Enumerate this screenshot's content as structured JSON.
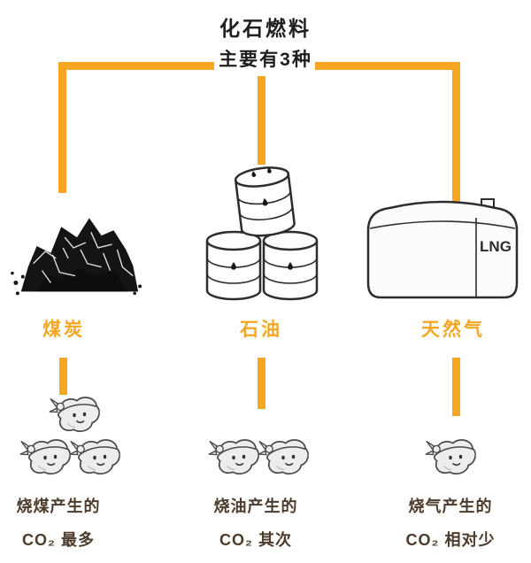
{
  "colors": {
    "accent": "#F5A623",
    "ink": "#1e1e1e",
    "caption": "#4d3c2c",
    "outline": "#2d2d2d"
  },
  "title": {
    "line1": "化石燃料",
    "line2": "主要有3种"
  },
  "gas_tank_label": "LNG",
  "fuels": [
    {
      "id": "coal",
      "label": "煤炭",
      "icon": "coal-pile-icon",
      "caption_line1": "烧煤产生的",
      "caption_line2": "CO₂ 最多",
      "smoke_count": 3
    },
    {
      "id": "oil",
      "label": "石油",
      "icon": "oil-barrels-icon",
      "caption_line1": "烧油产生的",
      "caption_line2": "CO₂ 其次",
      "smoke_count": 2
    },
    {
      "id": "gas",
      "label": "天然气",
      "icon": "lng-tank-icon",
      "caption_line1": "烧气产生的",
      "caption_line2": "CO₂ 相对少",
      "smoke_count": 1
    }
  ]
}
